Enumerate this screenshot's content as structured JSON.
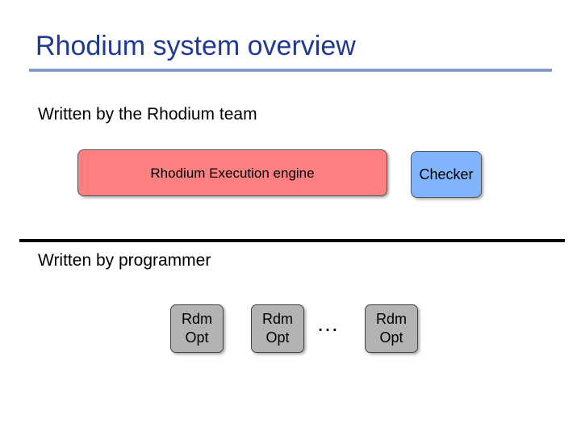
{
  "slide": {
    "title": "Rhodium system overview"
  },
  "sections": {
    "top_label": "Written by the Rhodium team",
    "bottom_label": "Written by programmer"
  },
  "boxes": {
    "engine": "Rhodium Execution engine",
    "checker": "Checker"
  },
  "optimizations": [
    {
      "line1": "Rdm",
      "line2": "Opt"
    },
    {
      "line1": "Rdm",
      "line2": "Opt"
    },
    {
      "line1": "Rdm",
      "line2": "Opt"
    }
  ],
  "ellipsis": "…",
  "colors": {
    "title": "#1f3a93",
    "engine_fill": "#ff8080",
    "checker_fill": "#80b4ff",
    "opt_fill": "#b3b3b3"
  }
}
